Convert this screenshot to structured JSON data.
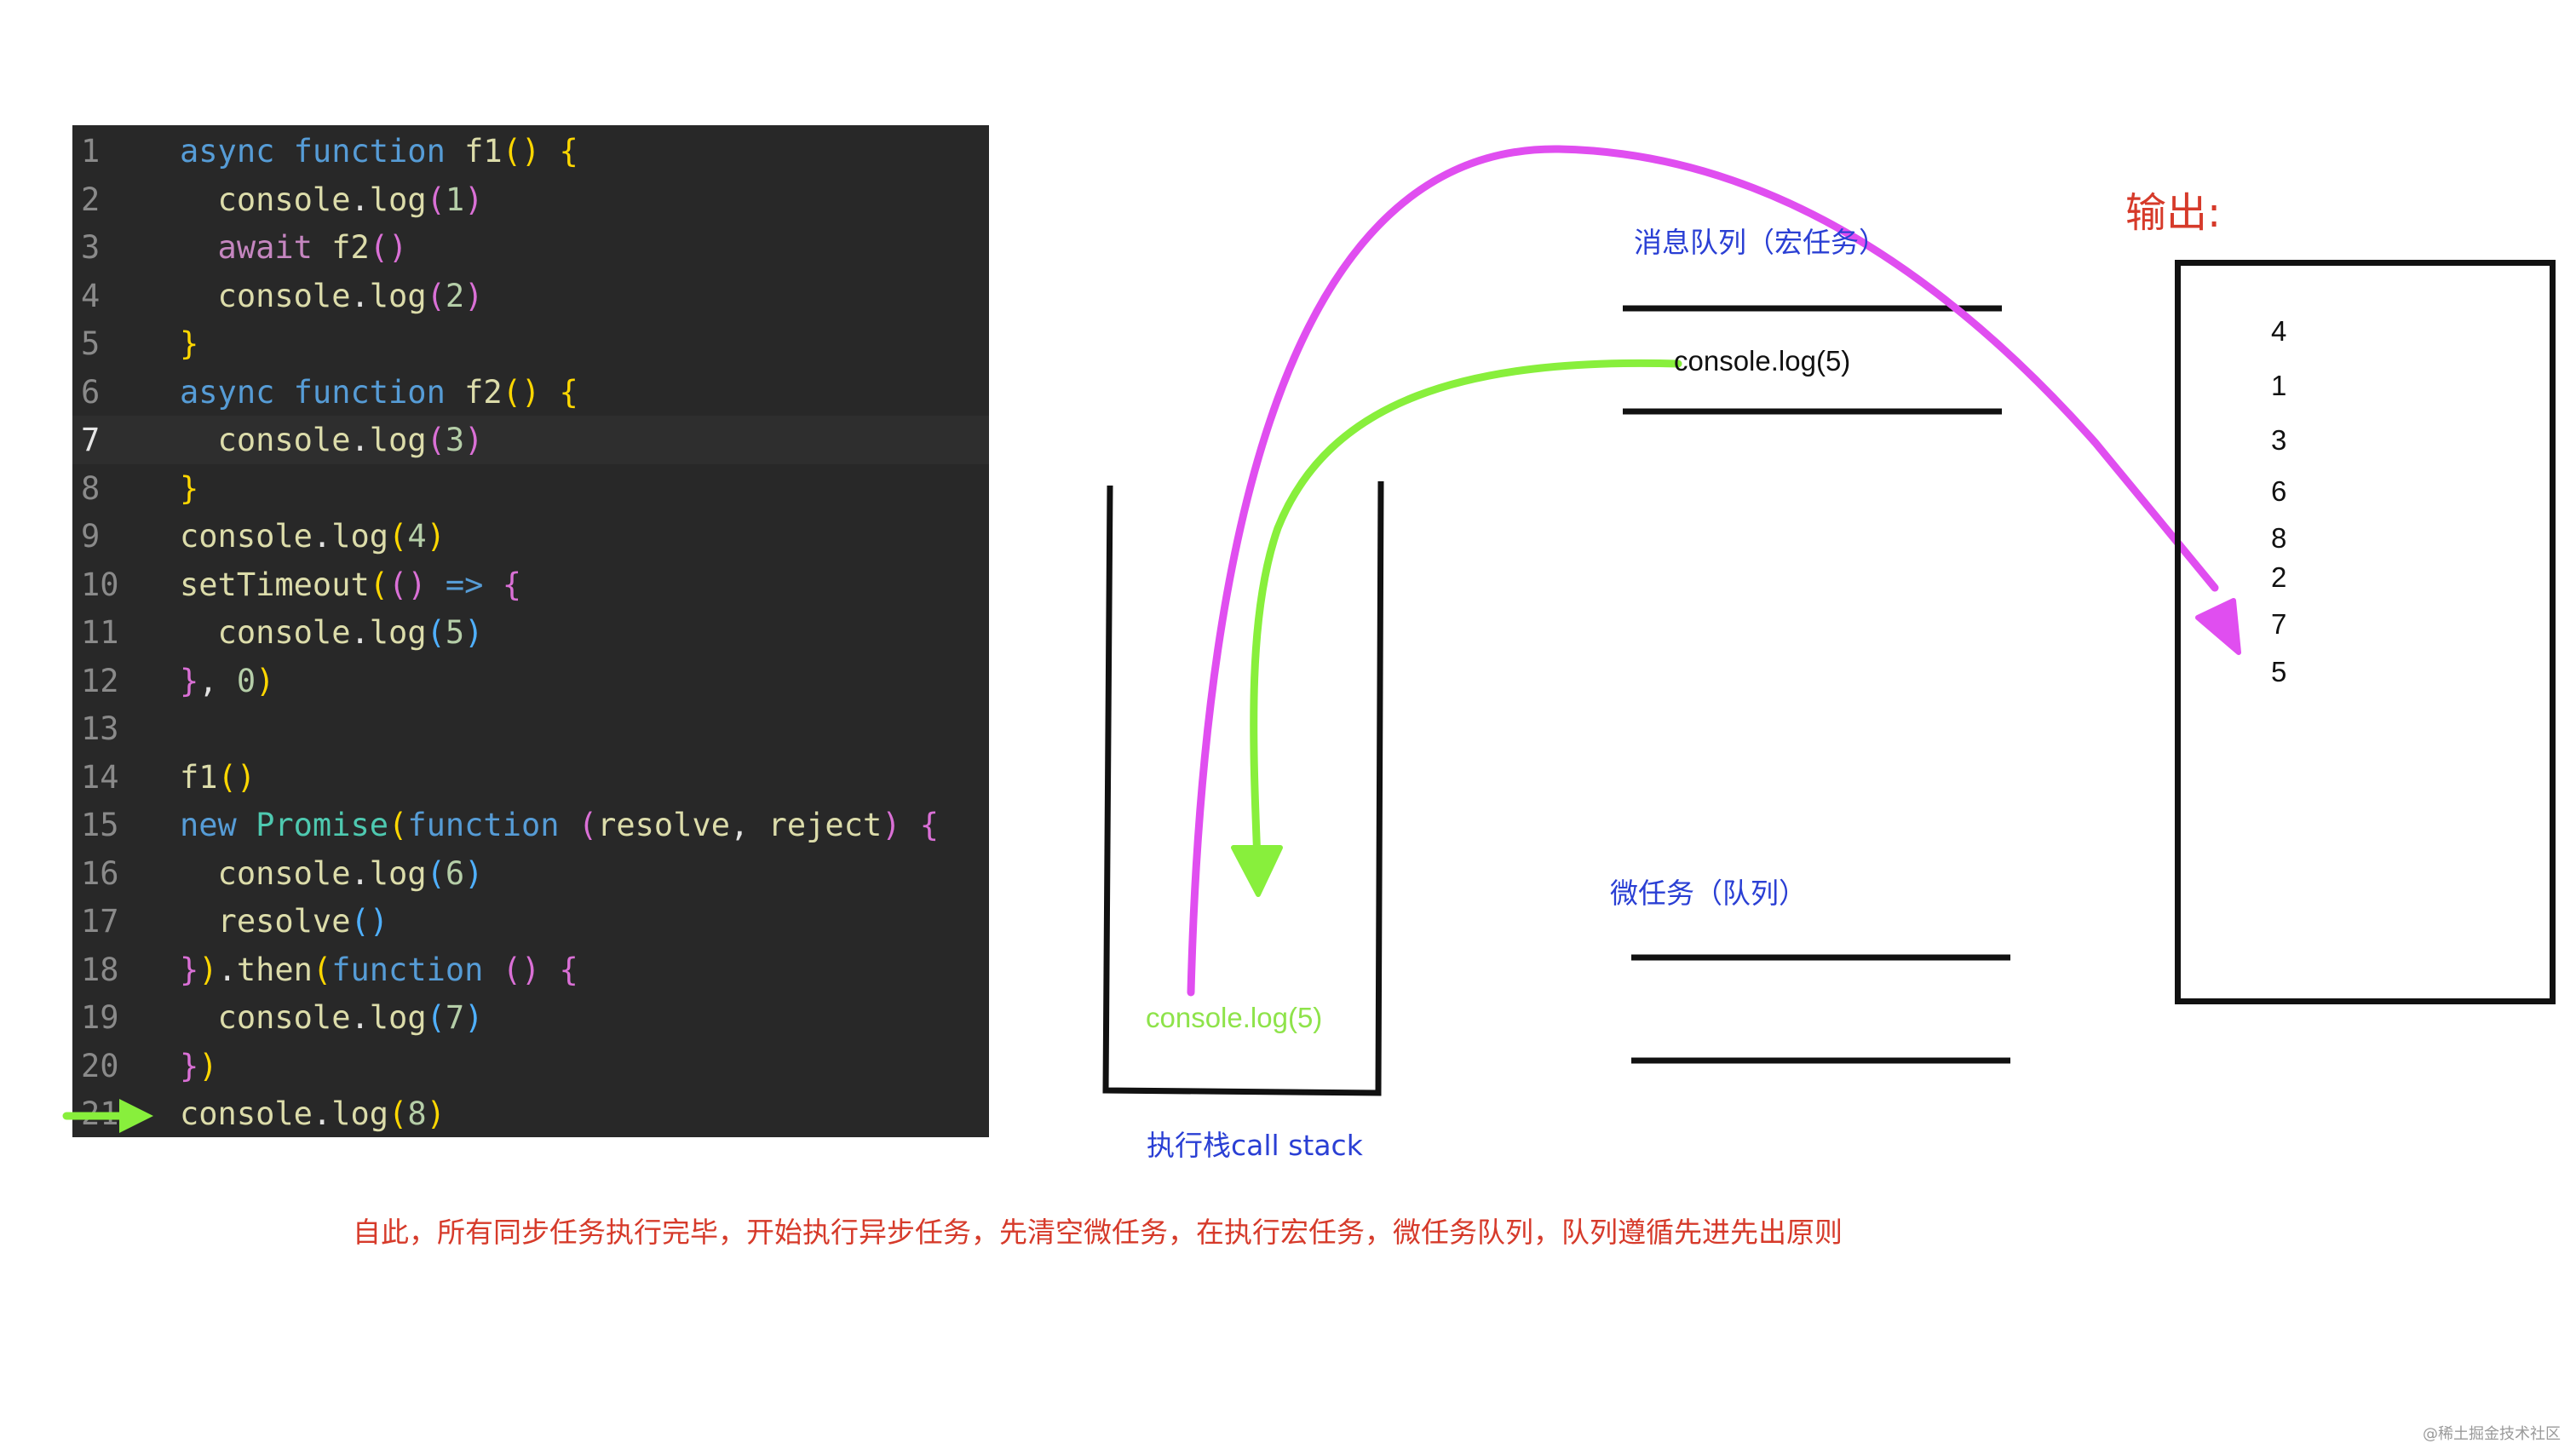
{
  "code": {
    "lines": [
      {
        "n": "1",
        "tokens": [
          [
            "kw",
            "async "
          ],
          [
            "kw",
            "function "
          ],
          [
            "fn",
            "f1"
          ],
          [
            "br1",
            "() {"
          ]
        ]
      },
      {
        "n": "2",
        "tokens": [
          [
            "fn",
            "  console"
          ],
          [
            "tk",
            "."
          ],
          [
            "fn",
            "log"
          ],
          [
            "br2",
            "("
          ],
          [
            "num",
            "1"
          ],
          [
            "br2",
            ")"
          ]
        ]
      },
      {
        "n": "3",
        "tokens": [
          [
            "aw",
            "  await "
          ],
          [
            "fn",
            "f2"
          ],
          [
            "br2",
            "()"
          ]
        ]
      },
      {
        "n": "4",
        "tokens": [
          [
            "fn",
            "  console"
          ],
          [
            "tk",
            "."
          ],
          [
            "fn",
            "log"
          ],
          [
            "br2",
            "("
          ],
          [
            "num",
            "2"
          ],
          [
            "br2",
            ")"
          ]
        ]
      },
      {
        "n": "5",
        "tokens": [
          [
            "br1",
            "}"
          ]
        ]
      },
      {
        "n": "6",
        "tokens": [
          [
            "kw",
            "async "
          ],
          [
            "kw",
            "function "
          ],
          [
            "fn",
            "f2"
          ],
          [
            "br1",
            "() {"
          ]
        ]
      },
      {
        "n": "7",
        "tokens": [
          [
            "fn",
            "  console"
          ],
          [
            "tk",
            "."
          ],
          [
            "fn",
            "log"
          ],
          [
            "br2",
            "("
          ],
          [
            "num",
            "3"
          ],
          [
            "br2",
            ")"
          ]
        ]
      },
      {
        "n": "8",
        "tokens": [
          [
            "br1",
            "}"
          ]
        ]
      },
      {
        "n": "9",
        "tokens": [
          [
            "fn",
            "console"
          ],
          [
            "tk",
            "."
          ],
          [
            "fn",
            "log"
          ],
          [
            "br1",
            "("
          ],
          [
            "num",
            "4"
          ],
          [
            "br1",
            ")"
          ]
        ]
      },
      {
        "n": "10",
        "tokens": [
          [
            "fn",
            "setTimeout"
          ],
          [
            "br1",
            "("
          ],
          [
            "br2",
            "() "
          ],
          [
            "kw",
            "=> "
          ],
          [
            "br2",
            "{"
          ]
        ]
      },
      {
        "n": "11",
        "tokens": [
          [
            "fn",
            "  console"
          ],
          [
            "tk",
            "."
          ],
          [
            "fn",
            "log"
          ],
          [
            "br3",
            "("
          ],
          [
            "num",
            "5"
          ],
          [
            "br3",
            ")"
          ]
        ]
      },
      {
        "n": "12",
        "tokens": [
          [
            "br2",
            "}"
          ],
          [
            "tk",
            ", "
          ],
          [
            "num",
            "0"
          ],
          [
            "br1",
            ")"
          ]
        ]
      },
      {
        "n": "13",
        "tokens": []
      },
      {
        "n": "14",
        "tokens": [
          [
            "fn",
            "f1"
          ],
          [
            "br1",
            "()"
          ]
        ]
      },
      {
        "n": "15",
        "tokens": [
          [
            "kw",
            "new "
          ],
          [
            "cls",
            "Promise"
          ],
          [
            "br1",
            "("
          ],
          [
            "kw",
            "function "
          ],
          [
            "br2",
            "("
          ],
          [
            "fn",
            "resolve"
          ],
          [
            "tk",
            ", "
          ],
          [
            "fn",
            "reject"
          ],
          [
            "br2",
            ") {"
          ]
        ]
      },
      {
        "n": "16",
        "tokens": [
          [
            "fn",
            "  console"
          ],
          [
            "tk",
            "."
          ],
          [
            "fn",
            "log"
          ],
          [
            "br3",
            "("
          ],
          [
            "num",
            "6"
          ],
          [
            "br3",
            ")"
          ]
        ]
      },
      {
        "n": "17",
        "tokens": [
          [
            "fn",
            "  resolve"
          ],
          [
            "br3",
            "()"
          ]
        ]
      },
      {
        "n": "18",
        "tokens": [
          [
            "br2",
            "}"
          ],
          [
            "br1",
            ")"
          ],
          [
            "tk",
            "."
          ],
          [
            "fn",
            "then"
          ],
          [
            "br1",
            "("
          ],
          [
            "kw",
            "function "
          ],
          [
            "br2",
            "() {"
          ]
        ]
      },
      {
        "n": "19",
        "tokens": [
          [
            "fn",
            "  console"
          ],
          [
            "tk",
            "."
          ],
          [
            "fn",
            "log"
          ],
          [
            "br3",
            "("
          ],
          [
            "num",
            "7"
          ],
          [
            "br3",
            ")"
          ]
        ]
      },
      {
        "n": "20",
        "tokens": [
          [
            "br2",
            "}"
          ],
          [
            "br1",
            ")"
          ]
        ]
      },
      {
        "n": "21",
        "tokens": [
          [
            "fn",
            "console"
          ],
          [
            "tk",
            "."
          ],
          [
            "fn",
            "log"
          ],
          [
            "br1",
            "("
          ],
          [
            "num",
            "8"
          ],
          [
            "br1",
            ")"
          ]
        ]
      }
    ],
    "active_line": 7
  },
  "diagram": {
    "macro_queue_label": "消息队列（宏任务）",
    "macro_queue_item": "console.log(5)",
    "micro_queue_label": "微任务（队列）",
    "call_stack_label": "执行栈call stack",
    "call_stack_item": "console.log(5)",
    "output_title": "输出:",
    "output_values": [
      "4",
      "1",
      "3",
      "6",
      "8",
      "2",
      "7",
      "5"
    ],
    "caption": "自此，所有同步任务执行完毕，开始执行异步任务，先清空微任务，在执行宏任务，微任务队列，队列遵循先进先出原则",
    "colors": {
      "magenta_arrow": "#e04ef0",
      "green_arrow": "#88ef3c",
      "label_blue": "#2a3fd4",
      "caption_red": "#d63a2a"
    }
  },
  "watermark": "@稀土掘金技术社区"
}
